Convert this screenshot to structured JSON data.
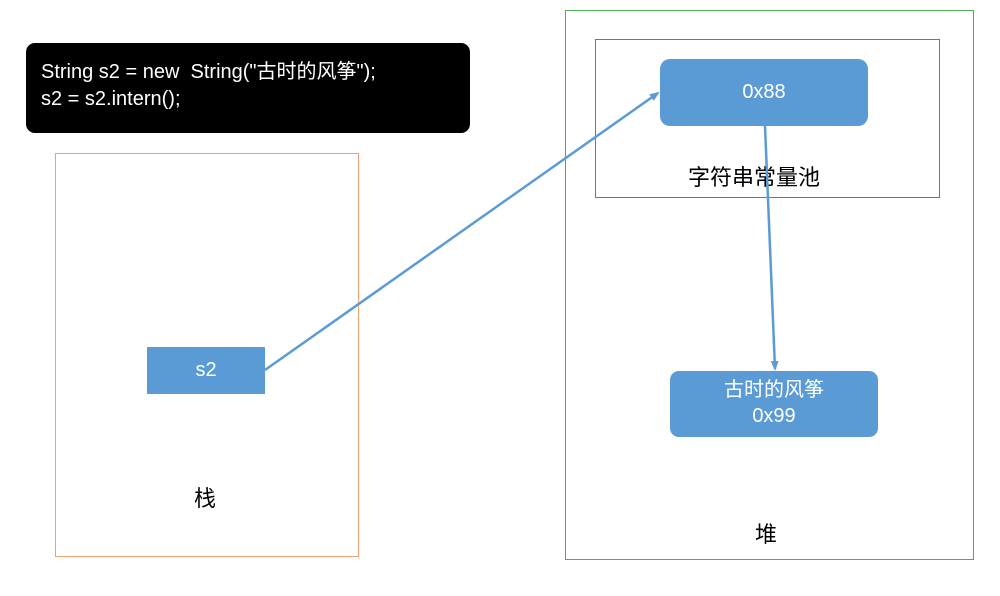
{
  "code": {
    "line1": "String s2 = new  String(\"古时的风筝\");",
    "line2": "s2 = s2.intern();"
  },
  "stack": {
    "label": "栈",
    "variable": "s2"
  },
  "heap": {
    "label": "堆",
    "string_pool": {
      "label": "字符串常量池",
      "object_address": "0x88"
    },
    "object": {
      "value": "古时的风筝",
      "address": "0x99"
    }
  },
  "colors": {
    "block_fill": "#5b9bd5",
    "arrow": "#5b9bd5",
    "stack_border": "#f0a070",
    "heap_border": "#4caf50",
    "pool_border": "#4a7fb3",
    "code_bg": "#000000"
  }
}
